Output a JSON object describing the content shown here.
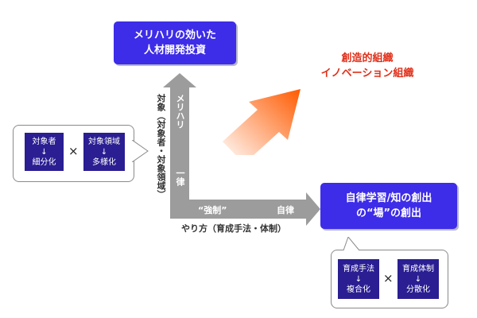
{
  "top_box": {
    "line1": "メリハリの効いた",
    "line2": "人材開発投資"
  },
  "innovation_title": {
    "line1": "創造的組織",
    "line2": "イノベーション組織"
  },
  "right_box": {
    "line1": "自律学習/知の創出",
    "line2": "の“場”の創出"
  },
  "vertical_axis": {
    "top_label": "メリハリ",
    "bottom_label": "一律",
    "axis_label": "対象（対象者・対象領域）"
  },
  "horizontal_axis": {
    "left_label": "“強制”",
    "right_label": "自律",
    "axis_label": "やり方（育成手法・体制）"
  },
  "left_callout": {
    "box1": {
      "top": "対象者",
      "arrow": "↓",
      "bottom": "細分化"
    },
    "times": "×",
    "box2": {
      "top": "対象領域",
      "arrow": "↓",
      "bottom": "多様化"
    }
  },
  "bottom_callout": {
    "box1": {
      "top": "育成手法",
      "arrow": "↓",
      "bottom": "複合化"
    },
    "times": "×",
    "box2": {
      "top": "育成体制",
      "arrow": "↓",
      "bottom": "分散化"
    }
  },
  "colors": {
    "blue_box": "#3d2ce8",
    "navy_box": "#2a1e92",
    "title_red": "#e0301a",
    "arrow_gray": "#9c9c9c",
    "gradient_start": "#ffffff",
    "gradient_end": "#ff5a00"
  }
}
